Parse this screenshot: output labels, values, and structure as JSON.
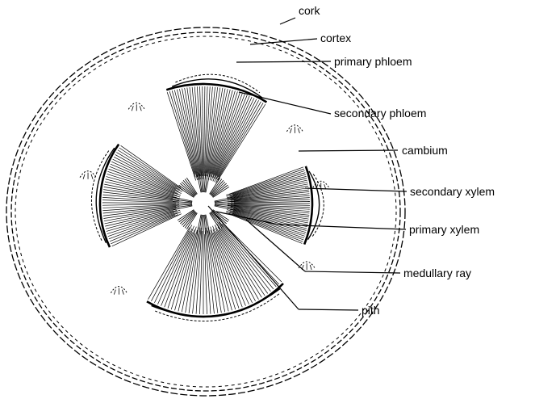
{
  "labels": {
    "cork": "cork",
    "cortex": "cortex",
    "primary_phloem": "primary phloem",
    "secondary_phloem": "secondary phloem",
    "cambium": "cambium",
    "secondary_xylem": "secondary xylem",
    "primary_xylem": "primary xylem",
    "medullary_ray": "medullary ray",
    "pith": "pith"
  }
}
